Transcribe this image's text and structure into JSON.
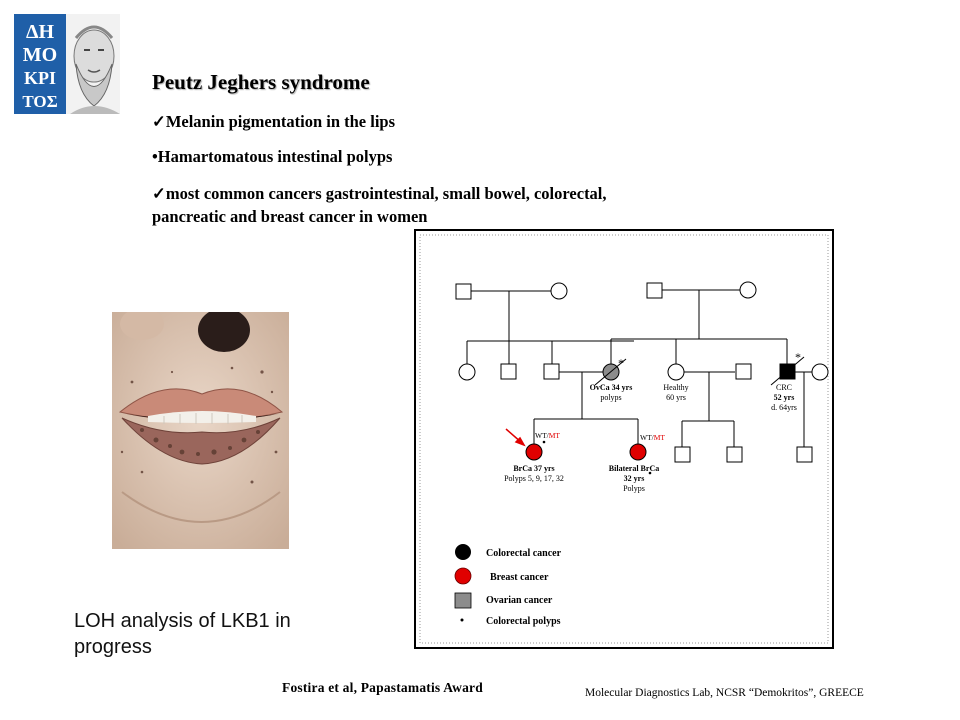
{
  "logo": {
    "letters": [
      "ΔΗ",
      "ΜΟ",
      "ΚΡΙ",
      "ΤΟΣ"
    ],
    "bg_color": "#1f5fa8"
  },
  "title": "Peutz Jeghers syndrome",
  "bullets": [
    {
      "marker": "✓",
      "text": "Melanin pigmentation in the lips"
    },
    {
      "marker": "•",
      "text": "Hamartomatous intestinal polyps"
    },
    {
      "marker": "✓",
      "text": "most common cancers gastrointestinal, small bowel, colorectal,",
      "text2": "pancreatic and breast cancer in women"
    }
  ],
  "pedigree": {
    "labels": {
      "ovca": "OvCa 34 yrs",
      "ovca_sub": "polyps",
      "healthy": "Healthy",
      "healthy_sub": "60 yrs",
      "crc": "CRC",
      "crc_age": "52 yrs",
      "crc_death": "d. 64yrs",
      "wt": "WT/",
      "mt": "MT",
      "brca1": "BrCa 37 yrs",
      "brca1_sub": "Polyps 5, 9, 17, 32",
      "brca2": "Bilateral BrCa",
      "brca2_age": "32 yrs",
      "brca2_sub": "Polyps",
      "star": "*"
    },
    "legend": [
      {
        "symbol": "black-circle",
        "label": "Colorectal cancer"
      },
      {
        "symbol": "red-circle",
        "label": "Breast cancer"
      },
      {
        "symbol": "grey-square",
        "label": "Ovarian cancer"
      },
      {
        "symbol": "dot",
        "label": "Colorectal polyps"
      }
    ],
    "colors": {
      "breast": "#e00000",
      "colorectal": "#000000",
      "ovarian": "#8c8c8c"
    }
  },
  "loh_text": "LOH analysis of LKB1 in progress",
  "citation": "Fostira et al, Papastamatis Award",
  "lab": "Molecular Diagnostics Lab, NCSR “Demokritos”, GREECE"
}
